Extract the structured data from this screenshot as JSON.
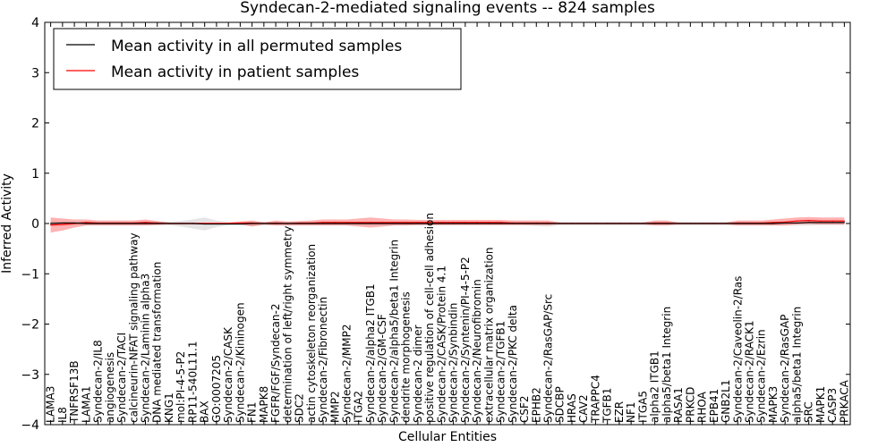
{
  "chart_data": {
    "type": "line",
    "title": "Syndecan-2-mediated signaling events -- 824 samples",
    "xlabel": "Cellular Entities",
    "ylabel": "Inferred Activity",
    "ylim": [
      -4,
      4
    ],
    "yticks": [
      -4,
      -3,
      -2,
      -1,
      0,
      1,
      2,
      3,
      4
    ],
    "ytick_labels": [
      "−4",
      "−3",
      "−2",
      "−1",
      "0",
      "1",
      "2",
      "3",
      "4"
    ],
    "legend": {
      "position": "top-left",
      "entries": [
        {
          "label": "Mean activity in all permuted samples",
          "color": "#000000"
        },
        {
          "label": "Mean activity in patient samples",
          "color": "#ff0000"
        }
      ]
    },
    "categories": [
      "LAMA3",
      "IL8",
      "TNFRSF13B",
      "LAMA1",
      "Syndecan-2/IL8",
      "angiogenesis",
      "Syndecan-2/TACI",
      "calcineurin-NFAT signaling pathway",
      "Syndecan-2/Laminin alpha3",
      "DNA mediated transformation",
      "KNG1",
      "mol:PI-4-5-P2",
      "RP11-540L11.1",
      "BAX",
      "GO:0007205",
      "Syndecan-2/CASK",
      "Syndecan-2/Kininogen",
      "FN1",
      "MAPK8",
      "FGFR/FGF/Syndecan-2",
      "determination of left/right symmetry",
      "SDC2",
      "actin cytoskeleton reorganization",
      "Syndecan-2/Fibronectin",
      "MMP2",
      "Syndecan-2/MMP2",
      "ITGA2",
      "Syndecan-2/alpha2 ITGB1",
      "Syndecan-2/GM-CSF",
      "Syndecan-2/alpha5/beta1 Integrin",
      "dendrite morphogenesis",
      "Syndecan-2 dimer",
      "positive regulation of cell-cell adhesion",
      "Syndecan-2/CASK/Protein 4.1",
      "Syndecan-2/Synbindin",
      "Syndecan-2/Syntenin/PI-4-5-P2",
      "Syndecan-2/Neurofibromin",
      "extracellular matrix organization",
      "Syndecan-2/TGFB1",
      "Syndecan-2/PKC delta",
      "CSF2",
      "EPHB2",
      "Syndecan-2/RasGAP/Src",
      "SDCBP",
      "HRAS",
      "CAV2",
      "TRAPPC4",
      "TGFB1",
      "EZR",
      "NF1",
      "ITGA5",
      "alpha2 ITGB1",
      "alpha5/beta1 Integrin",
      "RASA1",
      "PRKCD",
      "RHOA",
      "EPB41",
      "GNB2L1",
      "Syndecan-2/Caveolin-2/Ras",
      "Syndecan-2/RACK1",
      "Syndecan-2/Ezrin",
      "MAPK3",
      "Syndecan-2/RasGAP",
      "alpha5/beta1 Integrin",
      "SRC",
      "MAPK1",
      "CASP3",
      "PRKACA"
    ],
    "series": [
      {
        "name": "Mean activity in all permuted samples",
        "color": "#000000",
        "values": [
          0,
          0.01,
          0.01,
          0,
          0,
          0,
          0,
          0,
          0,
          0,
          0,
          0,
          0,
          -0.01,
          -0.01,
          -0.01,
          -0.01,
          0,
          0,
          0,
          0,
          0,
          0,
          0,
          0,
          0,
          0,
          0,
          0,
          0,
          0,
          0,
          0,
          0,
          0,
          0,
          0,
          0,
          0,
          0,
          0,
          0,
          0,
          0,
          0,
          0,
          0,
          0,
          0,
          0,
          0,
          0,
          0,
          0,
          0,
          0,
          0,
          0,
          0,
          0,
          0,
          0,
          0.01,
          0.01,
          0.02,
          0.02,
          0.02,
          0.02
        ],
        "band_upper": [
          0.05,
          0.04,
          0.04,
          0.03,
          0.03,
          0.03,
          0.03,
          0.03,
          0.03,
          0.03,
          0.03,
          0.05,
          0.08,
          0.12,
          0.06,
          0.03,
          0.03,
          0.04,
          0.04,
          0.03,
          0.03,
          0.03,
          0.03,
          0.03,
          0.03,
          0.03,
          0.03,
          0.03,
          0.03,
          0.03,
          0.03,
          0.03,
          0.03,
          0.03,
          0.03,
          0.03,
          0.03,
          0.03,
          0.03,
          0.03,
          0.03,
          0.03,
          0.03,
          0.03,
          0.03,
          0.03,
          0.03,
          0.03,
          0.03,
          0.03,
          0.03,
          0.03,
          0.03,
          0.03,
          0.03,
          0.03,
          0.03,
          0.03,
          0.03,
          0.03,
          0.03,
          0.03,
          0.04,
          0.05,
          0.05,
          0.04,
          0.04,
          0.04
        ],
        "band_lower": [
          -0.05,
          -0.04,
          -0.04,
          -0.03,
          -0.03,
          -0.03,
          -0.03,
          -0.03,
          -0.03,
          -0.03,
          -0.03,
          -0.06,
          -0.1,
          -0.14,
          -0.07,
          -0.03,
          -0.03,
          -0.05,
          -0.04,
          -0.03,
          -0.03,
          -0.03,
          -0.03,
          -0.03,
          -0.03,
          -0.03,
          -0.03,
          -0.03,
          -0.03,
          -0.03,
          -0.03,
          -0.03,
          -0.03,
          -0.03,
          -0.03,
          -0.03,
          -0.03,
          -0.03,
          -0.03,
          -0.03,
          -0.03,
          -0.05,
          -0.06,
          -0.03,
          -0.03,
          -0.03,
          -0.03,
          -0.03,
          -0.03,
          -0.03,
          -0.03,
          -0.03,
          -0.03,
          -0.03,
          -0.03,
          -0.03,
          -0.03,
          -0.03,
          -0.03,
          -0.03,
          -0.03,
          -0.03,
          -0.03,
          -0.04,
          -0.04,
          -0.03,
          -0.03,
          -0.03
        ]
      },
      {
        "name": "Mean activity in patient samples",
        "color": "#ff0000",
        "values": [
          -0.03,
          -0.02,
          0,
          0.02,
          0.01,
          0.01,
          0.01,
          0.01,
          0.02,
          0.01,
          0,
          0,
          0,
          0,
          0,
          0,
          0.01,
          0.01,
          0,
          0.01,
          0,
          0.01,
          0.01,
          0.02,
          0.02,
          0.02,
          0.02,
          0.02,
          0.02,
          0.02,
          0.02,
          0.02,
          0.02,
          0.02,
          0.02,
          0.02,
          0.02,
          0.02,
          0.02,
          0.01,
          0.01,
          0.01,
          0.01,
          0,
          0,
          0,
          0,
          0,
          0,
          0,
          0,
          0.01,
          0.01,
          0,
          0,
          0,
          0,
          0,
          0.01,
          0.01,
          0.01,
          0.02,
          0.03,
          0.05,
          0.06,
          0.05,
          0.05,
          0.05
        ],
        "band_upper": [
          0.12,
          0.1,
          0.08,
          0.08,
          0.06,
          0.06,
          0.06,
          0.06,
          0.08,
          0.05,
          0.02,
          0.02,
          0.02,
          0.02,
          0.02,
          0.02,
          0.04,
          0.06,
          0.02,
          0.06,
          0.04,
          0.05,
          0.06,
          0.08,
          0.08,
          0.08,
          0.1,
          0.12,
          0.1,
          0.08,
          0.08,
          0.07,
          0.07,
          0.07,
          0.07,
          0.07,
          0.07,
          0.07,
          0.07,
          0.06,
          0.06,
          0.06,
          0.06,
          0.02,
          0.02,
          0.02,
          0.02,
          0.02,
          0.02,
          0.02,
          0.02,
          0.06,
          0.06,
          0.02,
          0.02,
          0.02,
          0.02,
          0.02,
          0.06,
          0.06,
          0.06,
          0.08,
          0.1,
          0.12,
          0.13,
          0.12,
          0.12,
          0.12
        ],
        "band_lower": [
          -0.18,
          -0.14,
          -0.08,
          -0.04,
          -0.04,
          -0.04,
          -0.04,
          -0.04,
          -0.04,
          -0.03,
          -0.02,
          -0.02,
          -0.02,
          -0.02,
          -0.02,
          -0.02,
          -0.02,
          -0.06,
          -0.02,
          -0.04,
          -0.04,
          -0.04,
          -0.04,
          -0.04,
          -0.04,
          -0.04,
          -0.06,
          -0.08,
          -0.06,
          -0.04,
          -0.04,
          -0.03,
          -0.03,
          -0.03,
          -0.03,
          -0.03,
          -0.03,
          -0.03,
          -0.03,
          -0.03,
          -0.03,
          -0.03,
          -0.03,
          -0.02,
          -0.02,
          -0.02,
          -0.02,
          -0.02,
          -0.02,
          -0.02,
          -0.02,
          -0.04,
          -0.04,
          -0.02,
          -0.02,
          -0.02,
          -0.02,
          -0.02,
          -0.04,
          -0.04,
          -0.04,
          -0.04,
          -0.04,
          -0.02,
          -0.01,
          -0.02,
          -0.02,
          -0.02
        ]
      }
    ]
  }
}
